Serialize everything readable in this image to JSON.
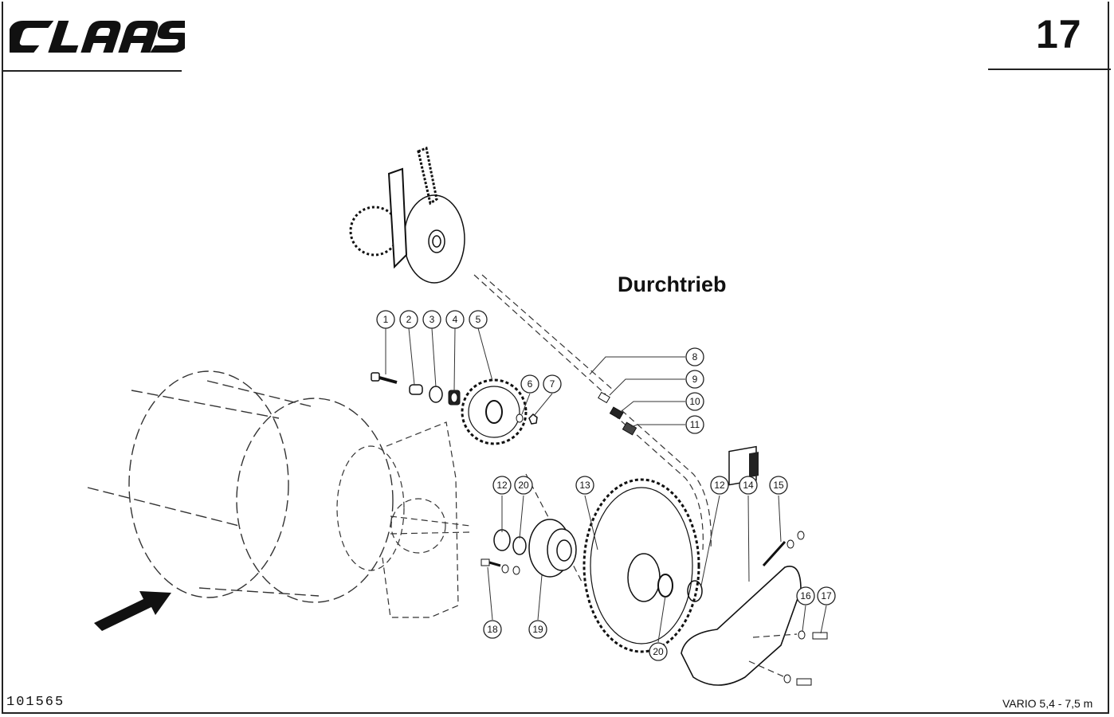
{
  "header": {
    "brand": "CLAAS",
    "page_number": "17"
  },
  "section_title": "Durchtrieb",
  "footer": {
    "document_number": "101565",
    "model": "VARIO 5,4 - 7,5 m"
  },
  "callouts": [
    "1",
    "2",
    "3",
    "4",
    "5",
    "6",
    "7",
    "8",
    "9",
    "10",
    "11",
    "12",
    "20",
    "13",
    "12",
    "14",
    "15",
    "16",
    "17",
    "18",
    "19",
    "20"
  ],
  "logo_icon": "claas-logo-icon",
  "direction_icon": "direction-arrow-icon"
}
